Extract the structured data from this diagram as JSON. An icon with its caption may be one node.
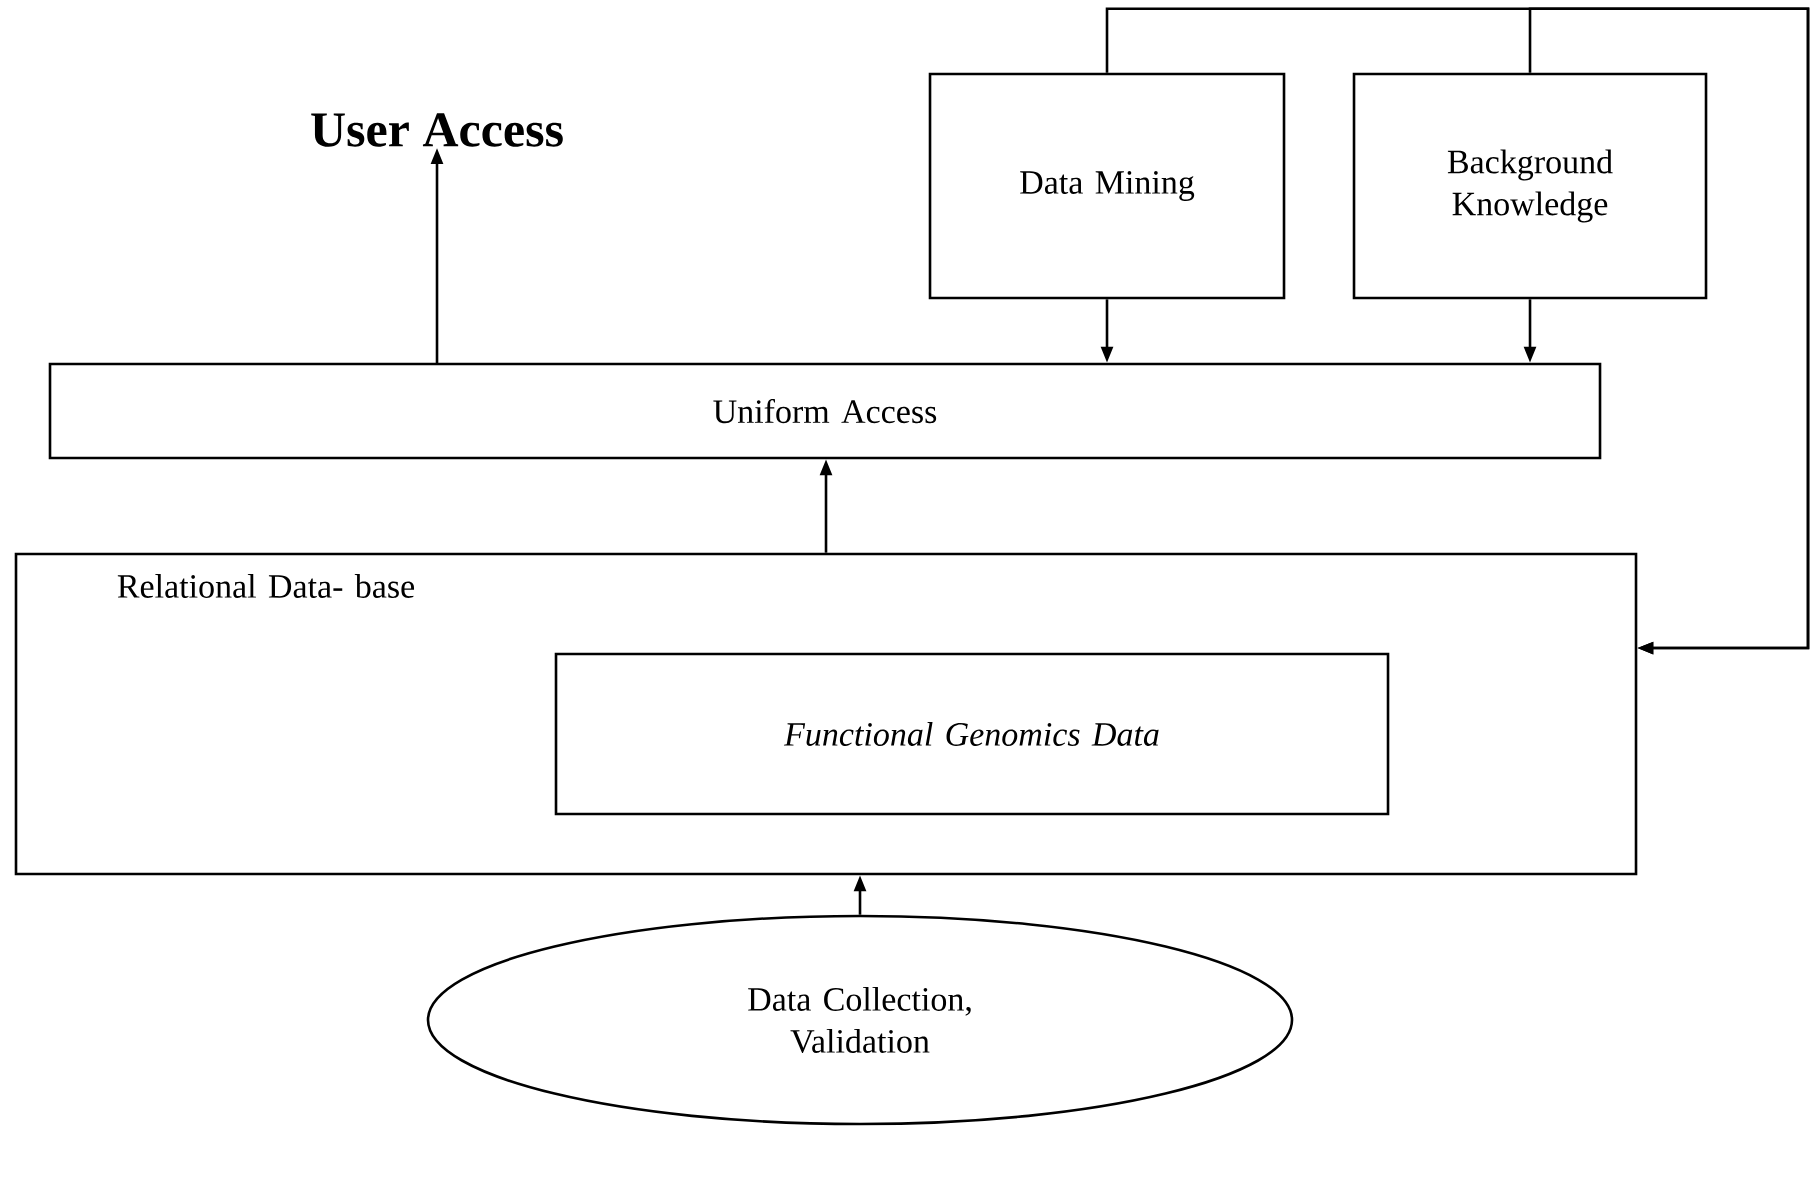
{
  "diagram": {
    "nodes": [
      {
        "text": [
          "User Access"
        ]
      },
      {
        "text": [
          "Data Mining"
        ]
      },
      {
        "text": [
          "Background Knowledge"
        ]
      },
      {
        "text": [
          "Uniform Access"
        ]
      },
      {
        "text": [
          "Relational Data- base"
        ]
      },
      {
        "text": [
          "Functional Genomics Data"
        ],
        "in": 4
      },
      {
        "text": [
          "Data Collection, Validation"
        ]
      }
    ],
    "edges": [
      {
        "from": 3,
        "to": 0,
        "arrow": "to"
      },
      {
        "from": 1,
        "to": 3,
        "arrow": "to"
      },
      {
        "from": 2,
        "to": 3,
        "arrow": "to"
      },
      {
        "from": 1,
        "to": 4,
        "arrow": "to"
      },
      {
        "from": 2,
        "to": 4,
        "arrow": "to"
      },
      {
        "from": 4,
        "to": 3,
        "arrow": "to"
      },
      {
        "from": 6,
        "to": 4,
        "arrow": "to"
      }
    ]
  }
}
